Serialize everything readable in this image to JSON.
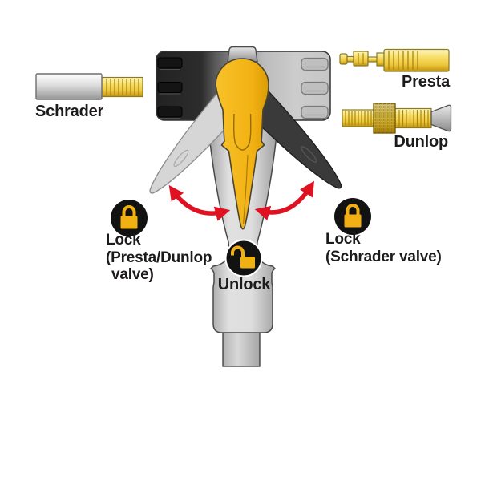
{
  "diagram": {
    "title": "Pump head valve lock/unlock diagram",
    "valve_labels": {
      "schrader": "Schrader",
      "presta": "Presta",
      "dunlop": "Dunlop"
    },
    "mode_labels": {
      "lock_left": {
        "line1": "Lock",
        "line2": "(Presta/Dunlop",
        "line3": "valve)"
      },
      "lock_right": {
        "line1": "Lock",
        "line2": "(Schrader valve)"
      },
      "unlock": {
        "label": "Unlock"
      }
    },
    "icons": {
      "lock_left": "lock-icon",
      "lock_right": "lock-icon",
      "unlock": "unlock-icon",
      "rotation": "double-curved-arrow-icon"
    },
    "colors": {
      "lever_yellow": "#F2B113",
      "valve_gold": "#F0CE45",
      "arrow_red": "#E01222",
      "icon_circle_black": "#121212",
      "pump_light_gray": "#C9C9C9",
      "pump_dark_gray": "#2E2E2E",
      "text": "#1D1A1A"
    }
  }
}
